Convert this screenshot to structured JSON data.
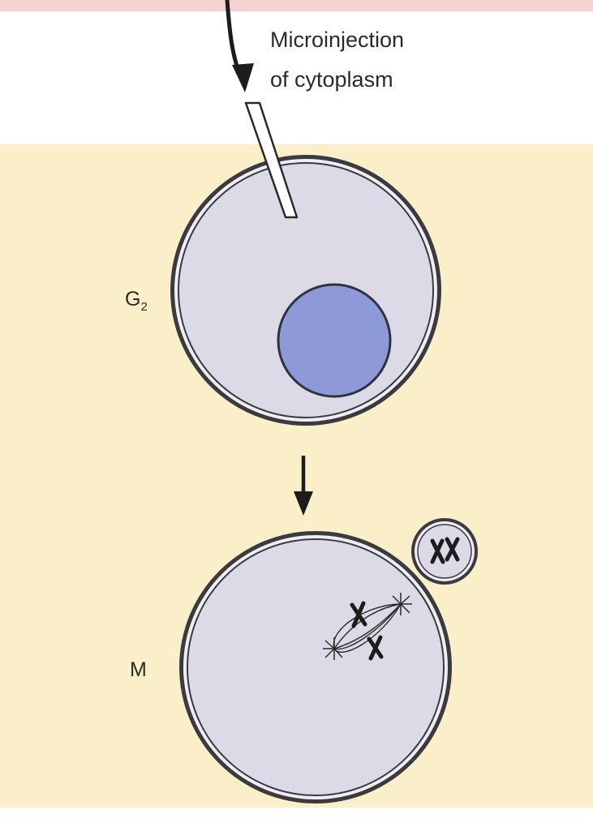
{
  "labels": {
    "injection_line1": "Microinjection",
    "injection_line2": "of cytoplasm",
    "stage_top": "G",
    "stage_top_sub": "2",
    "stage_bottom": "M"
  },
  "colors": {
    "background": "#fbefc9",
    "top_band": "#ffffff",
    "top_edge_tint": "#f6d2d0",
    "cell_fill": "#dcdae6",
    "cell_ring": "#efeef5",
    "outline": "#3a3a3f",
    "nucleus_fill": "#8d9ad7",
    "ink": "#1c1c1c"
  }
}
